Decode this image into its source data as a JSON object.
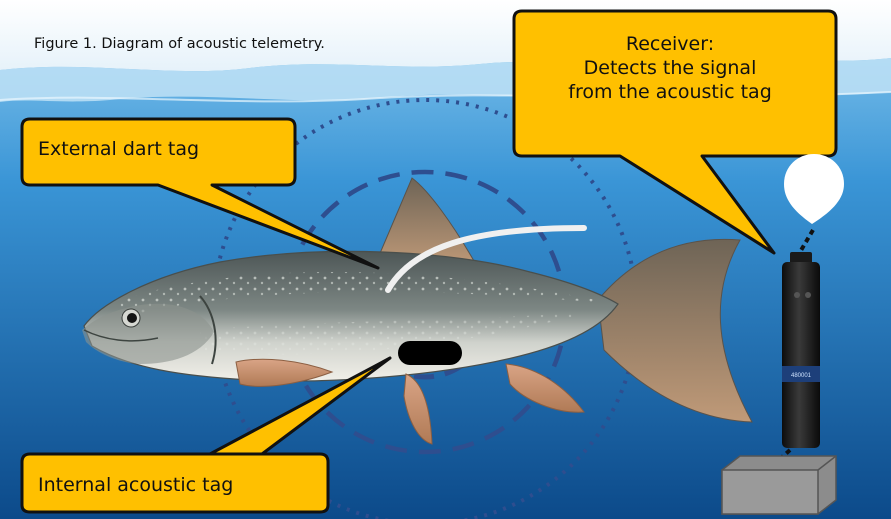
{
  "caption": "Figure 1. Diagram of acoustic telemetry.",
  "labels": {
    "external_dart_tag": "External dart tag",
    "internal_acoustic_tag": "Internal acoustic tag",
    "receiver_title": "Receiver:",
    "receiver_line1": "Detects the signal",
    "receiver_line2": "from the acoustic tag"
  },
  "receiver_serial": "480001",
  "colors": {
    "callout_fill": "#FFC000",
    "callout_stroke": "#111111",
    "signal_ring": "#2E4E8F",
    "water_top": "#6FB6E6",
    "water_bottom": "#0D4E8F",
    "receiver_body": "#1A1A1A"
  }
}
